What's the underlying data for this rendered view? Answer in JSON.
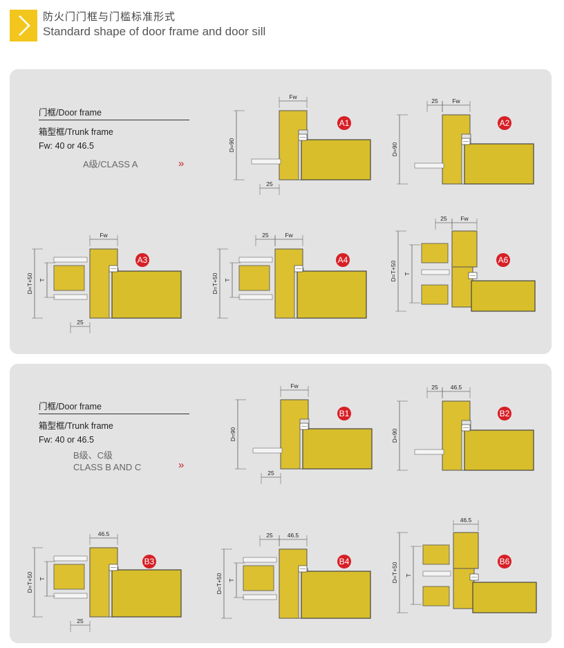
{
  "header": {
    "title_cn": "防火门门框与门槛标准形式",
    "title_en": "Standard shape of door frame and door sill"
  },
  "panel_a": {
    "door_frame": "门框/Door frame",
    "trunk_frame": "箱型框/Trunk frame",
    "fw": "Fw: 40 or 46.5",
    "class_line1": "A级/CLASS A",
    "class_line2": "",
    "chevron": "»"
  },
  "panel_b": {
    "door_frame": "门框/Door frame",
    "trunk_frame": "箱型框/Trunk frame",
    "fw": "Fw: 40 or 46.5",
    "class_line1": "B级、C级",
    "class_line2": "CLASS B AND C",
    "chevron": "»"
  },
  "colors": {
    "accent": "#f2c61d",
    "badge": "#d71f26",
    "panel": "#e3e3e3",
    "frame_fill": "#dcc030",
    "door_fill": "#d8be2a"
  },
  "diagrams": [
    {
      "id": "A1",
      "variant": "single",
      "dims": {
        "top": "Fw",
        "side": "D=90",
        "bottom": "25"
      }
    },
    {
      "id": "A2",
      "variant": "single-top",
      "dims": {
        "top_left": "25",
        "top_right": "Fw",
        "side": "D=90"
      }
    },
    {
      "id": "A3",
      "variant": "insert",
      "dims": {
        "top": "Fw",
        "side": "D=T+50",
        "inner": "T",
        "bottom": "25"
      }
    },
    {
      "id": "A4",
      "variant": "insert-top",
      "dims": {
        "top_left": "25",
        "top_right": "Fw",
        "side": "D=T+50",
        "inner": "T"
      }
    },
    {
      "id": "A6",
      "variant": "double",
      "dims": {
        "top_left": "25",
        "top_right": "Fw",
        "side": "D=T+50",
        "inner": "T"
      }
    },
    {
      "id": "B1",
      "variant": "single",
      "dims": {
        "top": "Fw",
        "side": "D=90",
        "bottom": "25"
      }
    },
    {
      "id": "B2",
      "variant": "single-top",
      "dims": {
        "top_left": "25",
        "top_right": "46.5",
        "side": "D=90"
      }
    },
    {
      "id": "B3",
      "variant": "insert",
      "dims": {
        "top": "46.5",
        "side": "D=T+50",
        "inner": "T",
        "bottom": "25"
      }
    },
    {
      "id": "B4",
      "variant": "insert-top",
      "dims": {
        "top_left": "25",
        "top_right": "46.5",
        "side": "D=T+50",
        "inner": "T"
      }
    },
    {
      "id": "B6",
      "variant": "double",
      "dims": {
        "top": "46.5",
        "side": "D=T+50",
        "inner": "T"
      }
    }
  ]
}
